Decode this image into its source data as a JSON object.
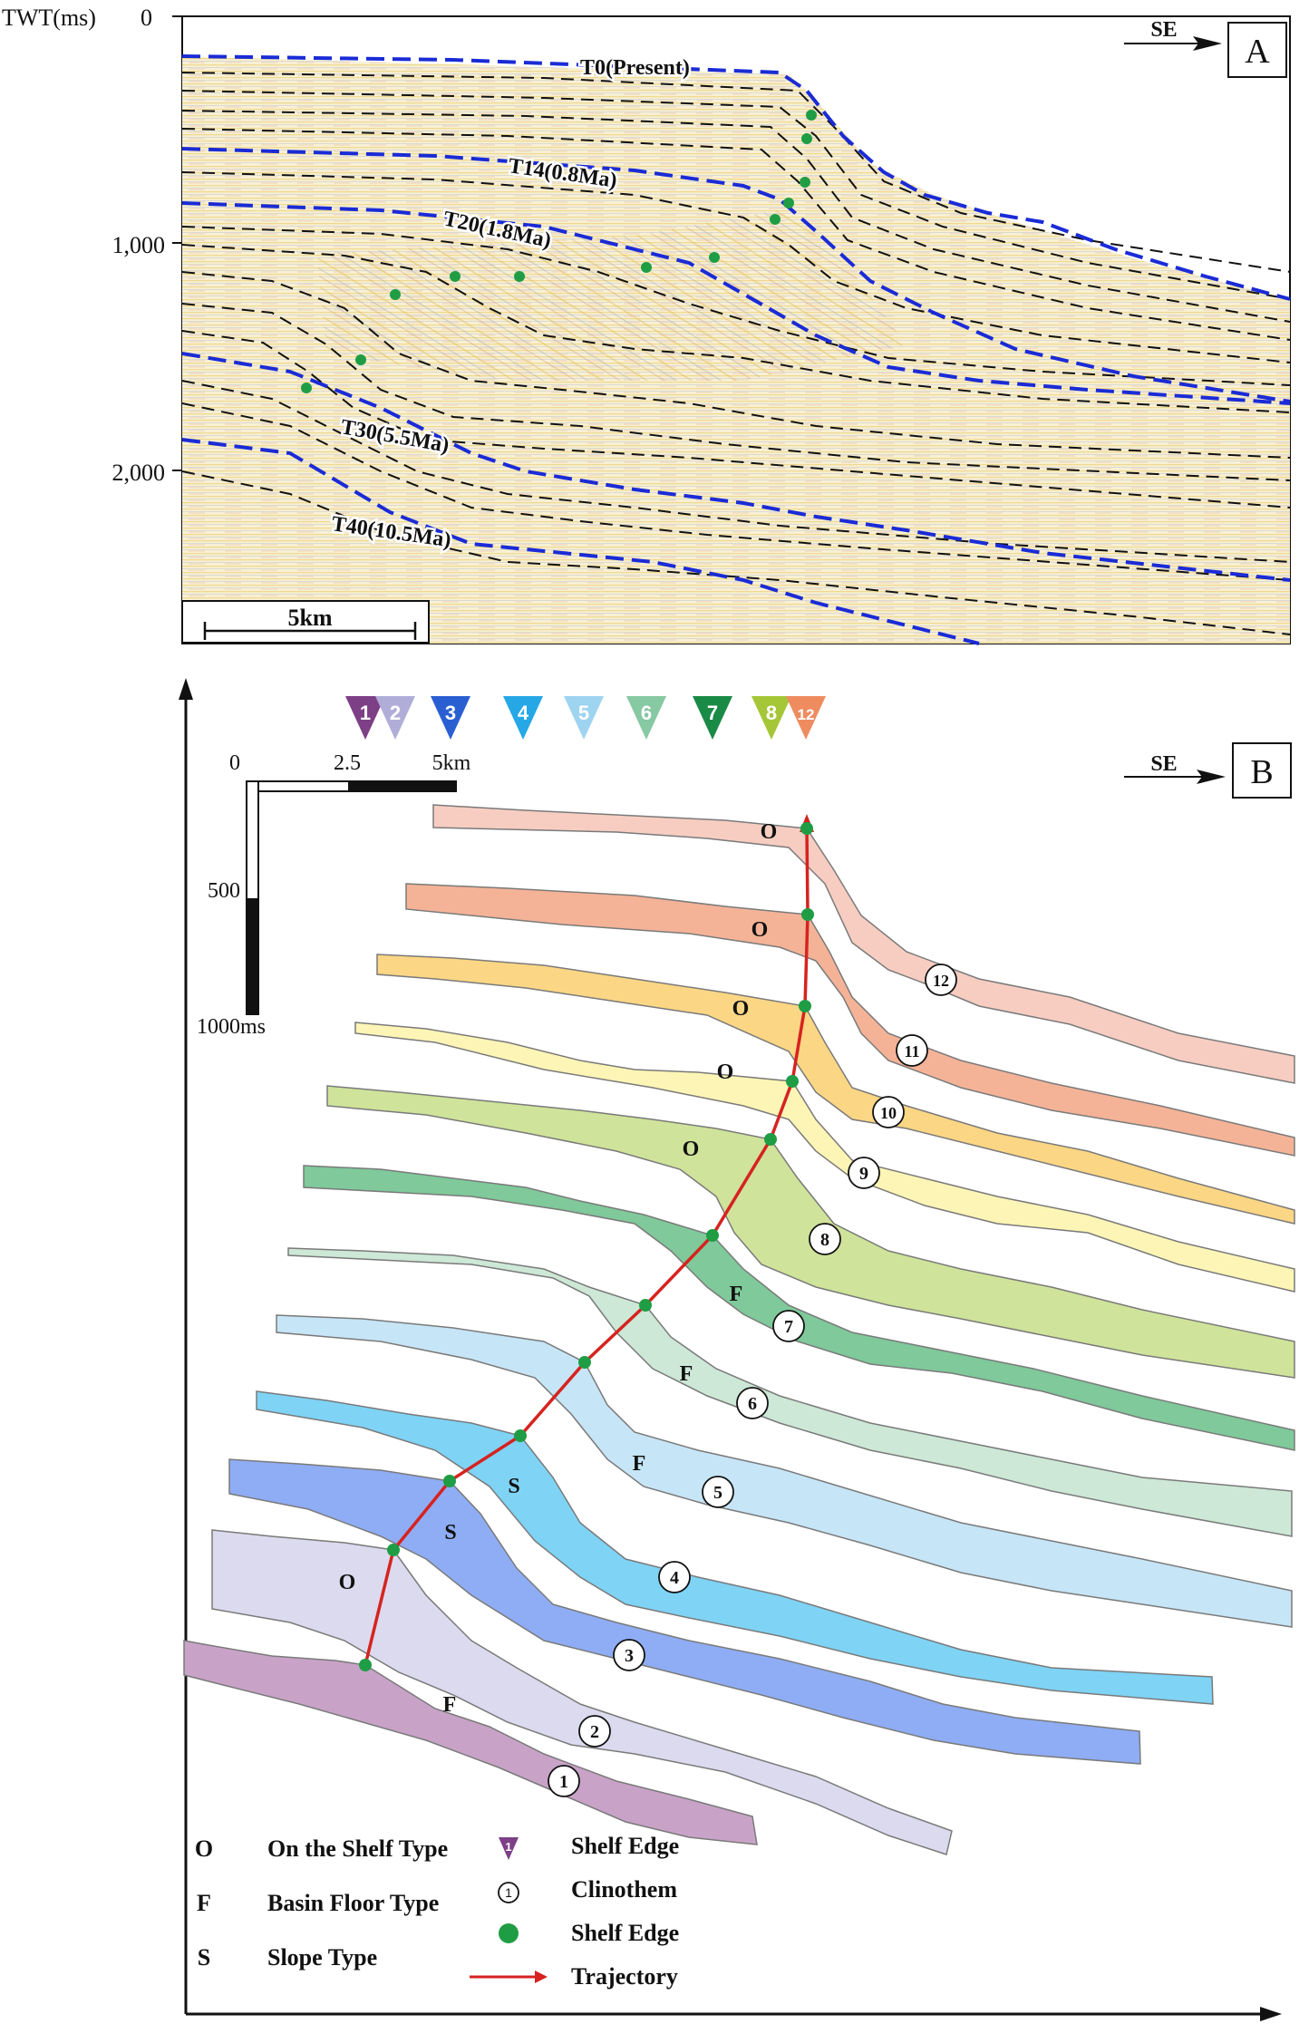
{
  "panel_a": {
    "panel_letter": "A",
    "direction": "SE",
    "y_axis_title": "TWT(ms)",
    "y_ticks": [
      "0",
      "1,000",
      "2,000"
    ],
    "scale_bar": "5km",
    "horizons": [
      "T0(Present)",
      "T14(0.8Ma)",
      "T20(1.8Ma)",
      "T30(5.5Ma)",
      "T40(10.5Ma)"
    ],
    "colors": {
      "horizon": "#1a2bd6",
      "shelf_edge": "#1f9d45",
      "seismic_bg": "#f7efd2"
    }
  },
  "panel_b": {
    "panel_letter": "B",
    "direction": "SE",
    "scale": {
      "h_ticks": [
        "0",
        "2.5",
        "5km"
      ],
      "v_ticks": [
        "500",
        "1000ms"
      ]
    },
    "trajectory_markers": [
      {
        "label": "1",
        "color": "#7d3f86"
      },
      {
        "label": "2",
        "color": "#b0aed8"
      },
      {
        "label": "3",
        "color": "#2a5fd2"
      },
      {
        "label": "4",
        "color": "#26a7e6"
      },
      {
        "label": "5",
        "color": "#9fd4f0"
      },
      {
        "label": "6",
        "color": "#86c9a3"
      },
      {
        "label": "7",
        "color": "#1a8a47"
      },
      {
        "label": "8",
        "color": "#a5c637"
      },
      {
        "label": "12",
        "color": "#ee8c60"
      }
    ],
    "clinothems": [
      {
        "num": "1",
        "type": "F",
        "color": "#c8a3c7"
      },
      {
        "num": "2",
        "type": "O",
        "color": "#dcdaee"
      },
      {
        "num": "3",
        "type": "S",
        "color": "#8fadf4"
      },
      {
        "num": "4",
        "type": "S",
        "color": "#7fd3f5"
      },
      {
        "num": "5",
        "type": "F",
        "color": "#c6e5f6"
      },
      {
        "num": "6",
        "type": "F",
        "color": "#cde8d6"
      },
      {
        "num": "7",
        "type": "F",
        "color": "#7fc99a"
      },
      {
        "num": "8",
        "type": "O",
        "color": "#cfe39a"
      },
      {
        "num": "9",
        "type": "O",
        "color": "#fdf5b6"
      },
      {
        "num": "10",
        "type": "O",
        "color": "#fbd684"
      },
      {
        "num": "11",
        "type": "O",
        "color": "#f4b397"
      },
      {
        "num": "12",
        "type": "O",
        "color": "#f7cdc2"
      }
    ],
    "legend": {
      "o_letter": "O",
      "o_text": "On the Shelf Type",
      "f_letter": "F",
      "f_text": "Basin Floor Type",
      "s_letter": "S",
      "s_text": "Slope Type",
      "marker_sample": "1",
      "marker_text": "Shelf Edge",
      "circle_sample": "1",
      "circle_text": "Clinothem",
      "dot_text": "Shelf Edge",
      "line_text": "Trajectory"
    },
    "colors": {
      "trajectory": "#d6231f",
      "shelf_edge_dot": "#1f9d45"
    }
  }
}
